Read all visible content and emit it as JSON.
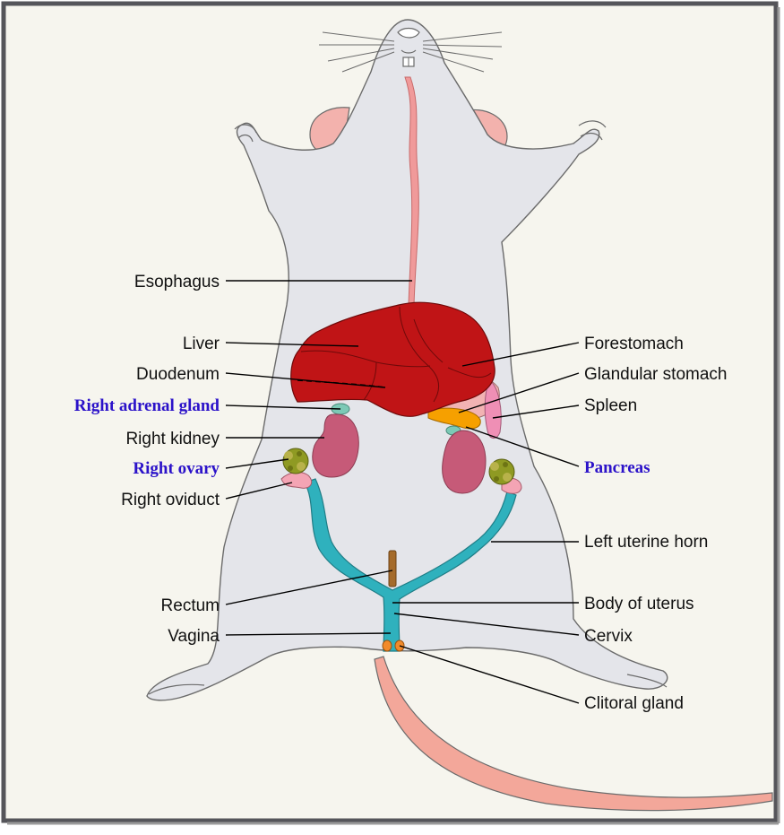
{
  "diagram": {
    "colors": {
      "frame_border": "#55555a",
      "background": "#f6f5ee",
      "body_fill": "#e4e5ea",
      "body_outline": "#6b6b6b",
      "esophagus": "#f09a9a",
      "liver": "#c01416",
      "stomach": "#f2b3b3",
      "spleen": "#ef8fb5",
      "pancreas": "#f6a000",
      "kidney": "#c65a78",
      "adrenal": "#7cc9b6",
      "ovary": "#8f9a23",
      "oviduct": "#f4a4b4",
      "uterus": "#2fb1bd",
      "rectum": "#a56b2b",
      "tail": "#f3a79a",
      "highlight_label": "#2b12c9"
    },
    "labels": {
      "esophagus": "Esophagus",
      "liver": "Liver",
      "duodenum": "Duodenum",
      "right_adrenal_gland": "Right adrenal gland",
      "right_kidney": "Right kidney",
      "right_ovary": "Right ovary",
      "right_oviduct": "Right oviduct",
      "rectum": "Rectum",
      "vagina": "Vagina",
      "forestomach": "Forestomach",
      "glandular_stomach": "Glandular stomach",
      "spleen": "Spleen",
      "pancreas": "Pancreas",
      "left_uterine_horn": "Left uterine horn",
      "body_of_uterus": "Body of uterus",
      "cervix": "Cervix",
      "clitoral_gland": "Clitoral gland"
    }
  }
}
